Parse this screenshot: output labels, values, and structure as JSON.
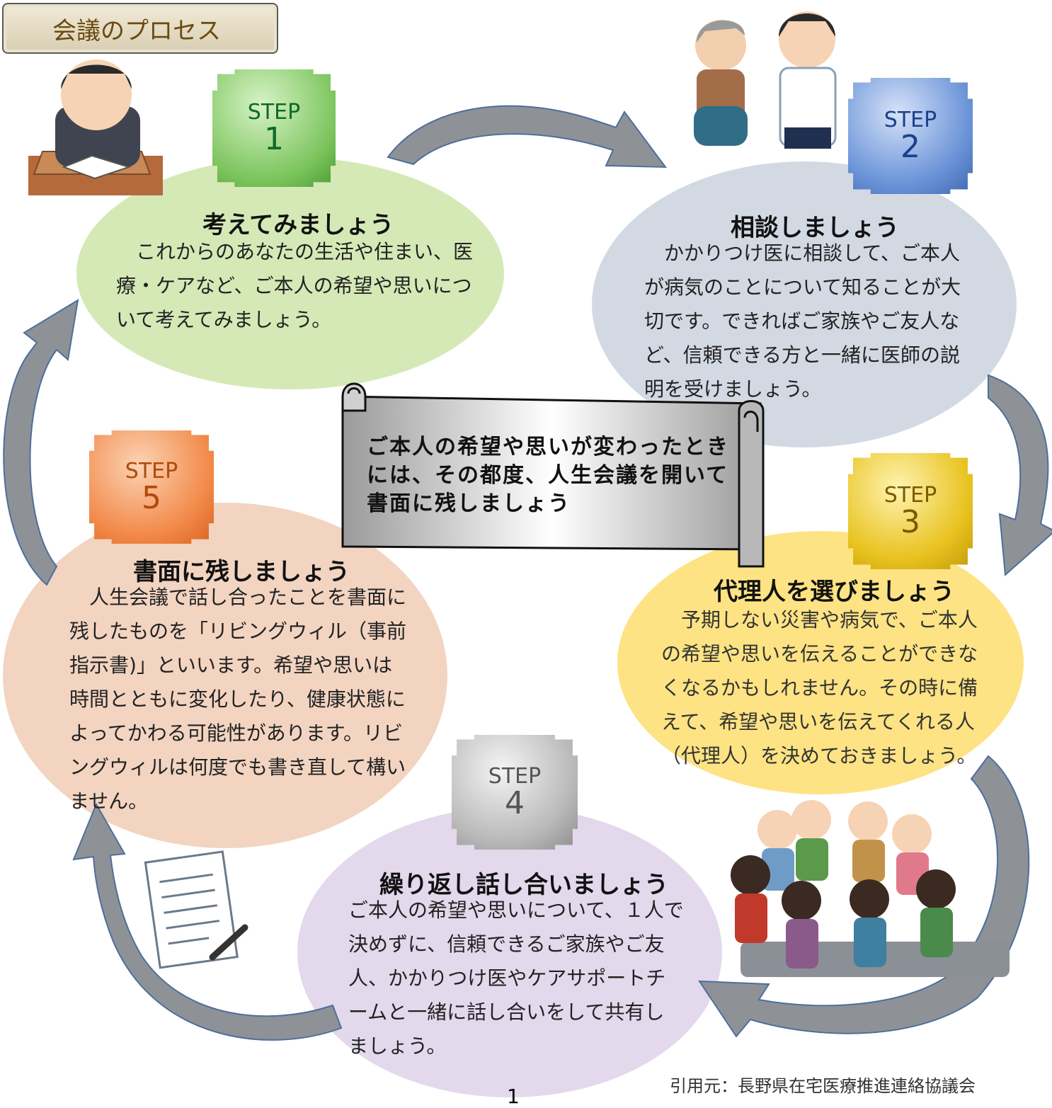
{
  "header": {
    "title": "会議のプロセス"
  },
  "center_note": {
    "text": "ご本人の希望や思いが変わったときには、その都度、人生会議を開いて書面に残しましょう"
  },
  "steps": [
    {
      "label": "STEP",
      "number": "1",
      "heading": "考えてみましょう",
      "body": "　これからのあなたの生活や住まい、医療・ケアなど、ご本人の希望や思いについて考えてみましょう。",
      "badge_color": "#79c35a",
      "oval_color": "#d5e9b6"
    },
    {
      "label": "STEP",
      "number": "2",
      "heading": "相談しましょう",
      "body": "　かかりつけ医に相談して、ご本人が病気のことについて知ることが大切です。できればご家族やご友人など、信頼できる方と一緒に医師の説明を受けましょう。",
      "badge_color": "#4f7cc9",
      "oval_color": "#d3d9e3"
    },
    {
      "label": "STEP",
      "number": "3",
      "heading": "代理人を選びましょう",
      "body": "　予期しない災害や病気で、ご本人の希望や思いを伝えることができなくなるかもしれません。その時に備えて、希望や思いを伝えてくれる人（代理人）を決めておきましょう。",
      "badge_color": "#e2b81b",
      "oval_color": "#fde383"
    },
    {
      "label": "STEP",
      "number": "4",
      "heading": "繰り返し話し合いましょう",
      "body": "ご本人の希望や思いについて、１人で決めずに、信頼できるご家族やご友人、かかりつけ医やケアサポートチームと一緒に話し合いをして共有しましょう。",
      "badge_color": "#a9a9a9",
      "oval_color": "#e3d8ec"
    },
    {
      "label": "STEP",
      "number": "5",
      "heading": "書面に残しましょう",
      "body": "　人生会議で話し合ったことを書面に残したものを「リビングウィル（事前指示書)」といいます。希望や思いは時間とともに変化したり、健康状態によってかわる可能性があります。リビングウィルは何度でも書き直して構いません。",
      "badge_color": "#f07e3c",
      "oval_color": "#f2d4c1"
    }
  ],
  "footer": {
    "source": "引用元：長野県在宅医療推進連絡協議会",
    "page_number": "1"
  },
  "colors": {
    "arrow": "#8e9297",
    "arrow_outline": "#4d6f9c"
  }
}
